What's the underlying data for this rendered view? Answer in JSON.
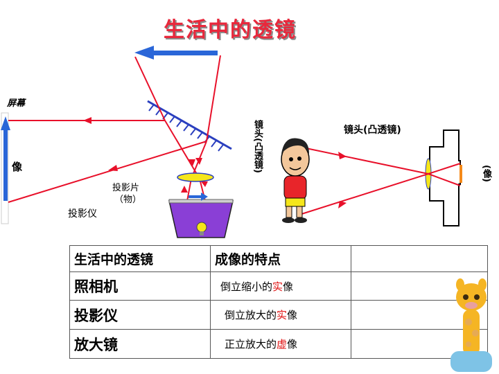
{
  "title": "生活中的透镜",
  "left_diagram": {
    "screen_label": "屏幕",
    "image_label": "像",
    "object_label": "投影片",
    "object_sub_label": "（物）",
    "device_label": "投影仪"
  },
  "right_diagram": {
    "lens_label_vertical": "镜头(凸透镜)",
    "lens_label_horizontal": "镜头(凸透镜)",
    "image_label": "(像)"
  },
  "table": {
    "headers": [
      "生活中的透镜",
      "成像的特点",
      ""
    ],
    "rows": [
      {
        "name": "照相机",
        "pre": "倒立缩小的",
        "em": "实",
        "post": "像"
      },
      {
        "name": "投影仪",
        "pre": "倒立放大的",
        "em": "实",
        "post": "像"
      },
      {
        "name": "放大镜",
        "pre": "正立放大的",
        "em": "虚",
        "post": "像"
      }
    ]
  },
  "colors": {
    "title": "#e8283c",
    "ray": "#e8102a",
    "arrow": "#2a66d8",
    "mirror": "#2a3fbf",
    "lens": "#f5e61a",
    "projector": "#8a3fd6",
    "camera_body": "#ffffff",
    "highlight": "#e01010"
  }
}
